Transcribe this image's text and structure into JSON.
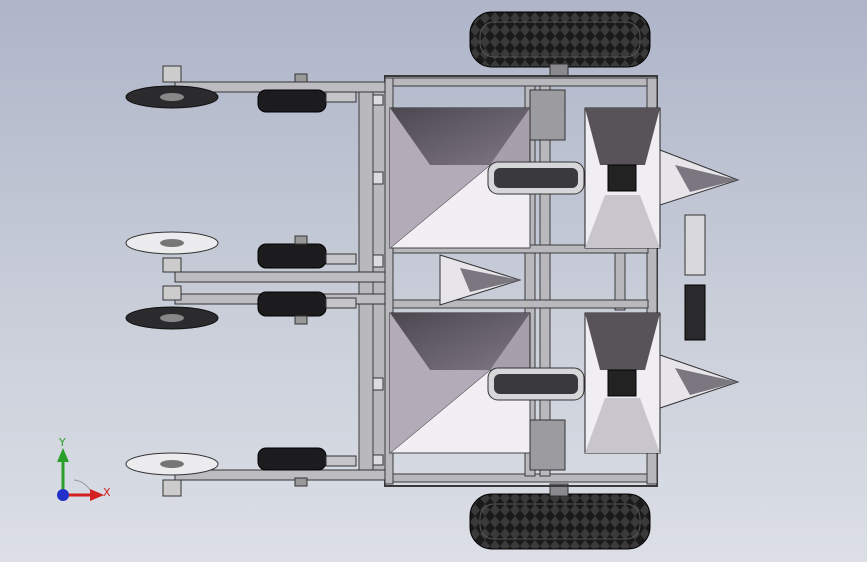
{
  "view": {
    "type": "cad-top-view",
    "background_colors": [
      "#aeb5c8",
      "#dcdfe6"
    ],
    "model_colors": {
      "frame": "#b9b9bd",
      "frame_edge": "#3a3a3a",
      "hopper_light": "#e9e7ee",
      "hopper_mid": "#a79fab",
      "hopper_dark": "#555159",
      "tire": "#1b1b1b",
      "disc": "#e8e8ea"
    }
  },
  "triad": {
    "y_label": "Y",
    "x_label": "X",
    "y_color": "#2aa02a",
    "x_color": "#d32020",
    "z_color": "#2030c8"
  }
}
